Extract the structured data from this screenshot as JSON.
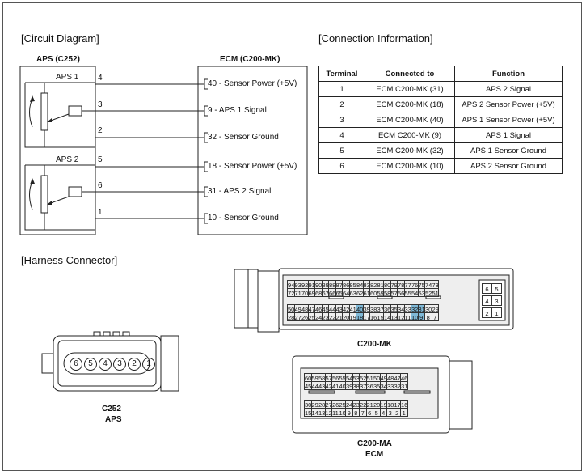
{
  "sections": {
    "circuit": "[Circuit Diagram]",
    "connection": "[Connection Information]",
    "harness": "[Harness Connector]"
  },
  "circuit": {
    "aps_header": "APS (C252)",
    "ecm_header": "ECM (C200-MK)",
    "aps1": "APS 1",
    "aps2": "APS 2",
    "aps_pins": [
      "4",
      "3",
      "2",
      "5",
      "6",
      "1"
    ],
    "ecm_terminals": [
      "40 - Sensor Power (+5V)",
      "9 - APS 1 Signal",
      "32 - Sensor Ground",
      "18 - Sensor Power (+5V)",
      "31 - APS 2 Signal",
      "10 - Sensor Ground"
    ]
  },
  "table": {
    "headers": [
      "Terminal",
      "Connected to",
      "Function"
    ],
    "rows": [
      [
        "1",
        "ECM C200-MK (31)",
        "APS 2 Signal"
      ],
      [
        "2",
        "ECM C200-MK (18)",
        "APS 2 Sensor Power (+5V)"
      ],
      [
        "3",
        "ECM C200-MK (40)",
        "APS 1 Sensor Power (+5V)"
      ],
      [
        "4",
        "ECM C200-MK (9)",
        "APS 1 Signal"
      ],
      [
        "5",
        "ECM C200-MK (32)",
        "APS 1 Sensor Ground"
      ],
      [
        "6",
        "ECM C200-MK (10)",
        "APS 2 Sensor Ground"
      ]
    ]
  },
  "harness": {
    "c252_pins": [
      "6",
      "5",
      "4",
      "3",
      "2",
      "1"
    ],
    "c252_label1": "C252",
    "c252_label2": "APS",
    "mk_label": "C200-MK",
    "ma_label1": "C200-MA",
    "ma_label2": "ECM",
    "mk_row1": [
      "94",
      "93",
      "92",
      "91",
      "90",
      "89",
      "88",
      "87",
      "86",
      "85",
      "84",
      "83",
      "82",
      "81",
      "80",
      "79",
      "78",
      "77",
      "76",
      "75",
      "74",
      "73"
    ],
    "mk_row2": [
      "72",
      "71",
      "70",
      "69",
      "68",
      "67",
      "66",
      "65",
      "64",
      "63",
      "62",
      "61",
      "60",
      "59",
      "58",
      "57",
      "56",
      "55",
      "54",
      "53",
      "52",
      "51"
    ],
    "mk_row3": [
      "50",
      "49",
      "48",
      "47",
      "46",
      "45",
      "44",
      "43",
      "42",
      "41",
      "40",
      "39",
      "38",
      "37",
      "36",
      "35",
      "34",
      "33",
      "32",
      "31",
      "30",
      "29"
    ],
    "mk_row4": [
      "28",
      "27",
      "26",
      "25",
      "24",
      "23",
      "22",
      "21",
      "20",
      "19",
      "18",
      "17",
      "16",
      "15",
      "14",
      "13",
      "12",
      "11",
      "10",
      "9",
      "8",
      "7"
    ],
    "mk_small": [
      "6",
      "5",
      "4",
      "3",
      "2",
      "1"
    ],
    "mk_highlight": [
      "40",
      "32",
      "31",
      "18",
      "10",
      "9"
    ],
    "ma_row1": [
      "60",
      "59",
      "58",
      "57",
      "56",
      "55",
      "54",
      "53",
      "52",
      "51",
      "50",
      "49",
      "48",
      "47",
      "46"
    ],
    "ma_row2": [
      "45",
      "44",
      "43",
      "42",
      "41",
      "40",
      "39",
      "38",
      "37",
      "36",
      "35",
      "34",
      "33",
      "32",
      "31"
    ],
    "ma_row3": [
      "30",
      "29",
      "28",
      "27",
      "26",
      "25",
      "24",
      "23",
      "22",
      "21",
      "20",
      "19",
      "18",
      "17",
      "16"
    ],
    "ma_row4": [
      "15",
      "14",
      "13",
      "12",
      "11",
      "10",
      "9",
      "8",
      "7",
      "6",
      "5",
      "4",
      "3",
      "2",
      "1"
    ]
  }
}
